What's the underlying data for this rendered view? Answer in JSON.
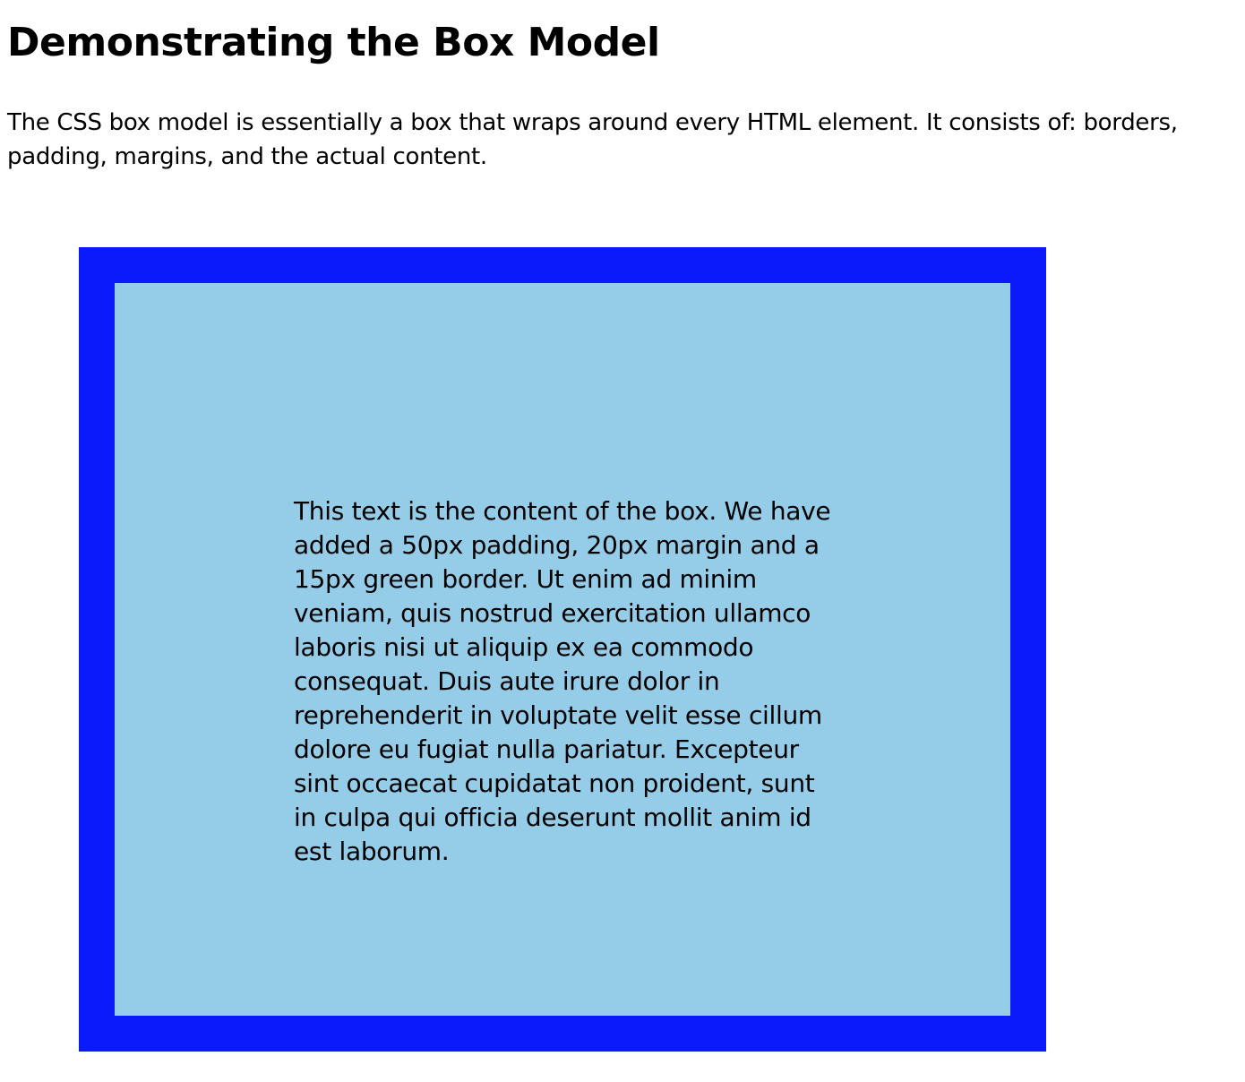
{
  "heading": "Demonstrating the Box Model",
  "intro": "The CSS box model is essentially a box that wraps around every HTML element. It consists of: borders, padding, margins, and the actual content.",
  "box": {
    "content_text": "This text is the content of the box. We have added a 50px padding, 20px margin and a 15px green border. Ut enim ad minim veniam, quis nostrud exercitation ullamco laboris nisi ut aliquip ex ea commodo consequat. Duis aute irure dolor in reprehenderit in voluptate velit esse cillum dolore eu fugiat nulla pariatur. Excepteur sint occaecat cupidatat non proident, sunt in culpa qui officia deserunt mollit anim id est laborum."
  },
  "colors": {
    "border": "#0a1afa",
    "padding_background": "#95cce8",
    "page_background": "#ffffff"
  }
}
